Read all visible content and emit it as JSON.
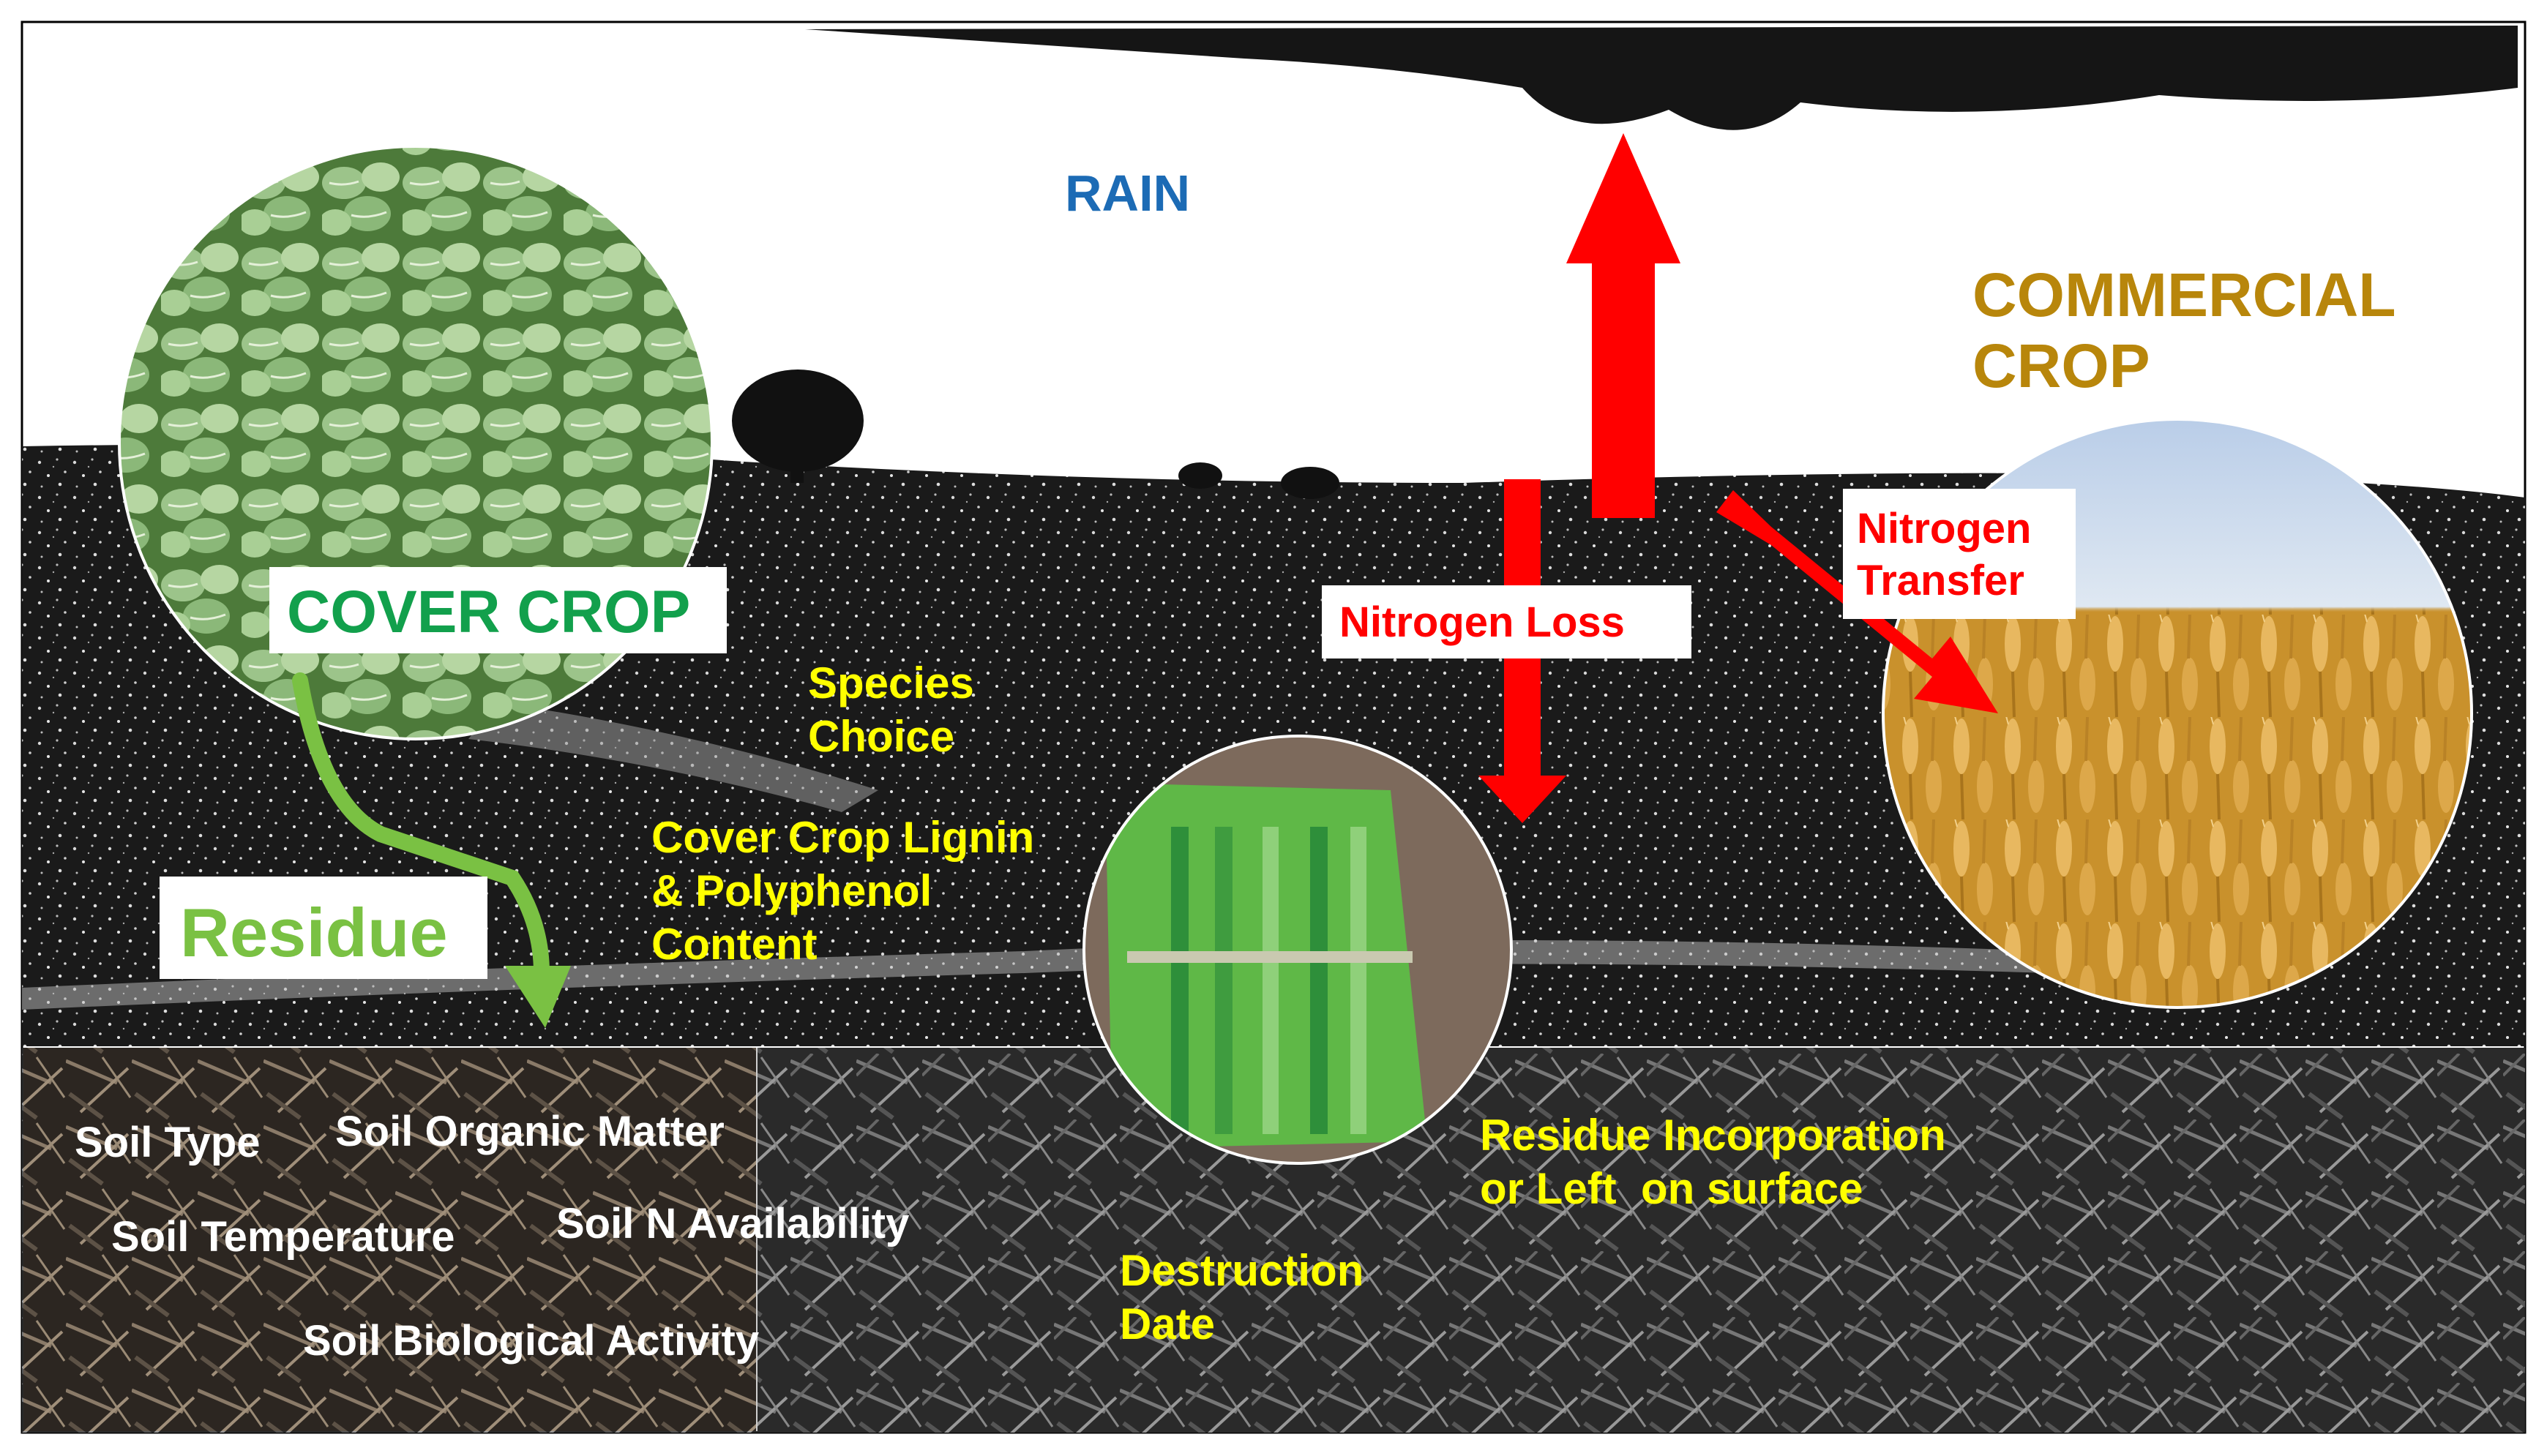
{
  "labels": {
    "rain": "RAIN",
    "commercial_crop": "COMMERCIAL\nCROP",
    "cover_crop": "COVER CROP",
    "residue": "Residue",
    "nitrogen_loss": "Nitrogen Loss",
    "nitrogen_transfer": "Nitrogen\nTransfer",
    "species_choice": "Species\nChoice",
    "lignin": "Cover Crop Lignin\n& Polyphenol\nContent",
    "residue_incorporation": "Residue Incorporation\nor Left  on surface",
    "destruction_date": "Destruction\nDate",
    "soil_type": "Soil Type",
    "soil_organic_matter": "Soil Organic Matter",
    "soil_temperature": "Soil Temperature",
    "soil_n_availability": "Soil N Availability",
    "soil_biological_activity": "Soil Biological Activity"
  },
  "colors": {
    "rain": "#1c6bb5",
    "commercial_crop": "#b8860b",
    "cover_crop": "#12a04c",
    "residue": "#7ac143",
    "factor_text": "#ffff00",
    "soil_text": "#ffffff",
    "nitrogen_arrows": "#ff0000",
    "field": "#1b1b1b",
    "sky": "#ffffff"
  },
  "images": {
    "cover_crop_photo": "leafy-brassica-photo",
    "commercial_crop_photo": "wheat-field-photo",
    "aerial_plots_photo": "aerial-trial-plots-photo",
    "soil_texture": "straw-residue-texture"
  }
}
